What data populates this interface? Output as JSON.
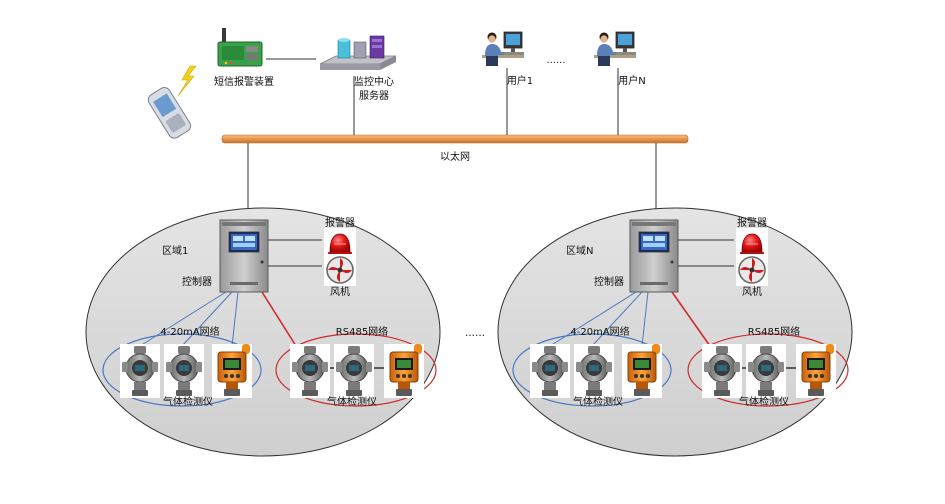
{
  "network": {
    "ethernet_label": "以太网",
    "ellipsis_top": "......",
    "ellipsis_middle": "......"
  },
  "sms": {
    "label": "短信报警装置"
  },
  "server": {
    "label_line1": "监控中心",
    "label_line2": "服务器"
  },
  "users": [
    {
      "label": "用户1"
    },
    {
      "label": "用户N"
    }
  ],
  "zones": [
    {
      "label": "区域1",
      "controller_label": "控制器",
      "alarm_label": "报警器",
      "fan_label": "风机",
      "analog_network_label": "4-20mA网络",
      "rs485_network_label": "RS485网络",
      "analog_detector_group_label": "气体检测仪",
      "rs485_detector_group_label": "气体检测仪"
    },
    {
      "label": "区域N",
      "controller_label": "控制器",
      "alarm_label": "报警器",
      "fan_label": "风机",
      "analog_network_label": "4-20mA网络",
      "rs485_network_label": "RS485网络",
      "analog_detector_group_label": "气体检测仪",
      "rs485_detector_group_label": "气体检测仪"
    }
  ],
  "colors": {
    "bus_orange": "#e8964a",
    "zone_fill": "#d9d9d9",
    "analog_blue": "#4a78c0",
    "rs485_red": "#d02a2a",
    "alarm_red": "#e01818",
    "detector_orange": "#f08a1a"
  }
}
